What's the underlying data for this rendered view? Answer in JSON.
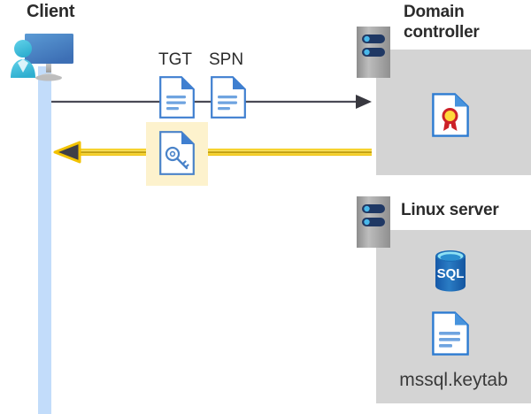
{
  "diagram": {
    "title_client": "Client",
    "title_domain_controller": "Domain controller",
    "title_linux_server": "Linux server",
    "labels": {
      "tgt": "TGT",
      "spn": "SPN",
      "keytab_file": "mssql.keytab",
      "sql_badge": "SQL"
    },
    "icons": {
      "client": "user-workstation-icon",
      "tgt_document": "document-icon",
      "spn_document": "document-icon",
      "service_ticket": "document-key-icon",
      "certificate": "document-certificate-icon",
      "sql_database": "sql-database-icon",
      "keytab_document": "document-icon",
      "domain_controller_server": "server-icon",
      "linux_server": "server-icon"
    },
    "flows": [
      {
        "name": "request",
        "direction": "client-to-domain-controller",
        "style": "gray-arrow",
        "color": "#4a4a55",
        "carries": [
          "TGT",
          "SPN"
        ]
      },
      {
        "name": "response",
        "direction": "domain-controller-to-client",
        "style": "yellow-arrow",
        "color": "#f5c518",
        "carries": [
          "service-ticket"
        ],
        "highlighted": true
      }
    ],
    "colors": {
      "panel_gray": "#d4d4d4",
      "lifeline_blue": "#c2dcfa",
      "highlight_yellow": "#fdf2cd",
      "arrow_gray": "#4a4a55",
      "arrow_yellow": "#f5c518",
      "doc_blue": "#3f7fd0",
      "sql_blue": "#1d6cb8",
      "seal_yellow": "#ffd93b",
      "seal_red": "#cc2127",
      "title_text": "#2b2b2b"
    }
  }
}
